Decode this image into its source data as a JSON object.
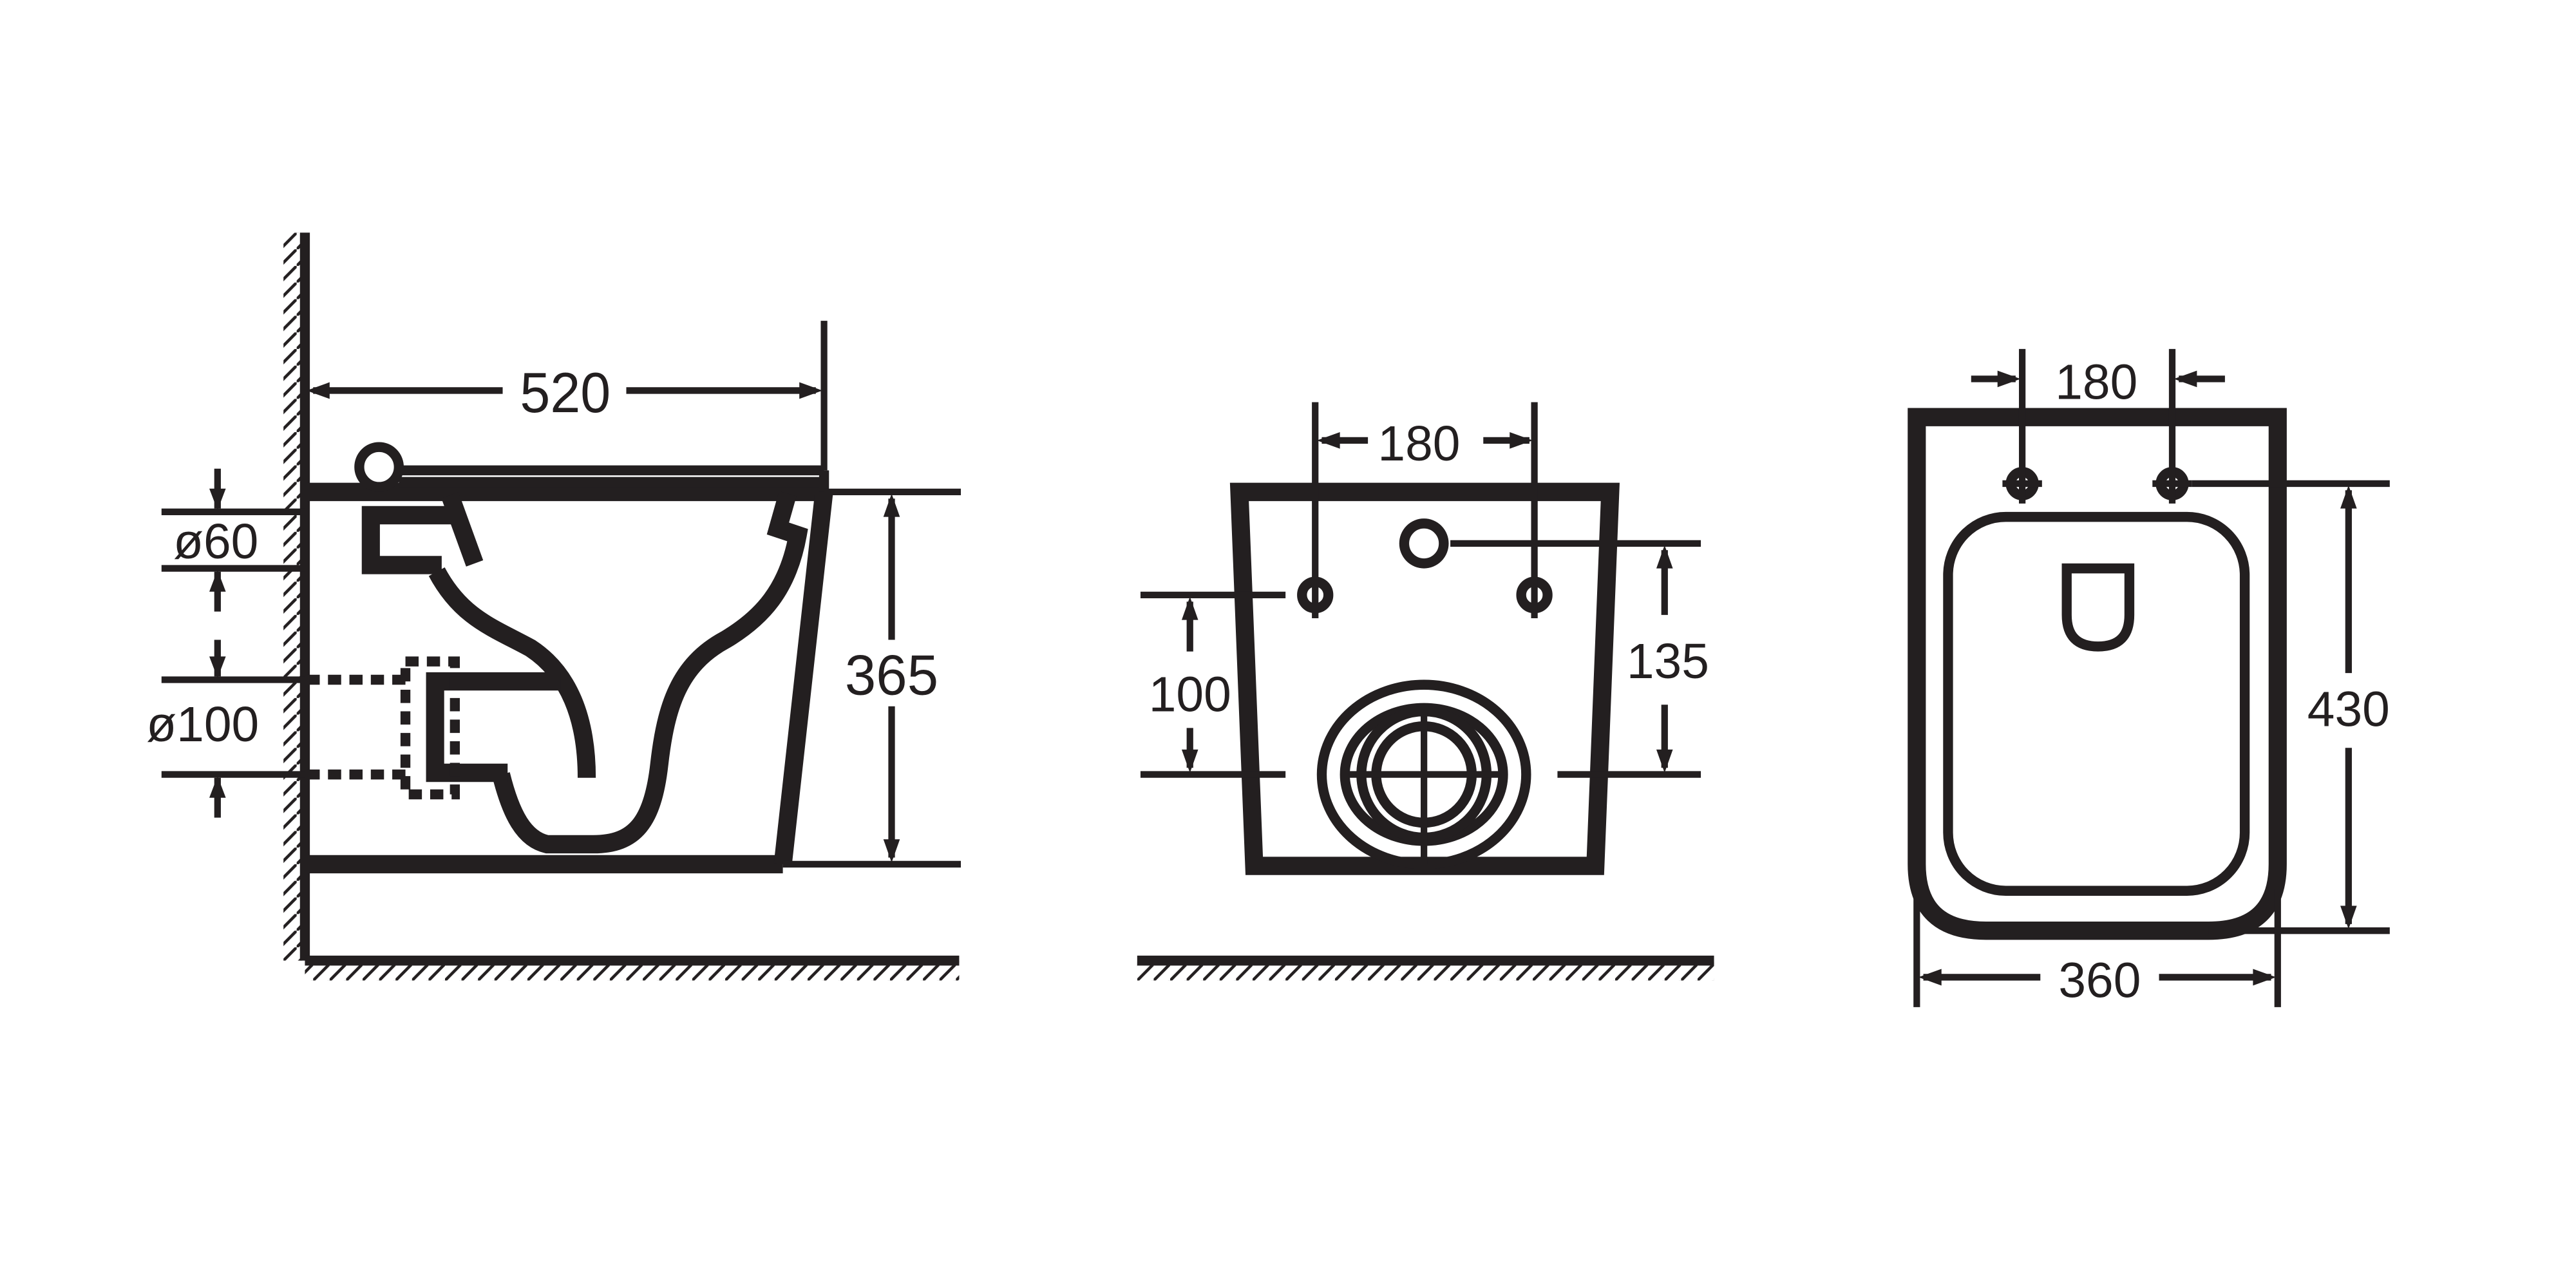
{
  "side_view": {
    "width_dim": "520",
    "height_dim": "365",
    "inlet_diameter": "ø60",
    "outlet_diameter": "ø100"
  },
  "rear_view": {
    "bolt_spacing_dim": "180",
    "bolt_height_dim": "100",
    "inlet_height_dim": "135"
  },
  "top_view": {
    "bolt_spacing_dim": "180",
    "depth_dim": "430",
    "width_dim": "360"
  },
  "colors": {
    "line": "#231f20",
    "background": "#ffffff"
  }
}
